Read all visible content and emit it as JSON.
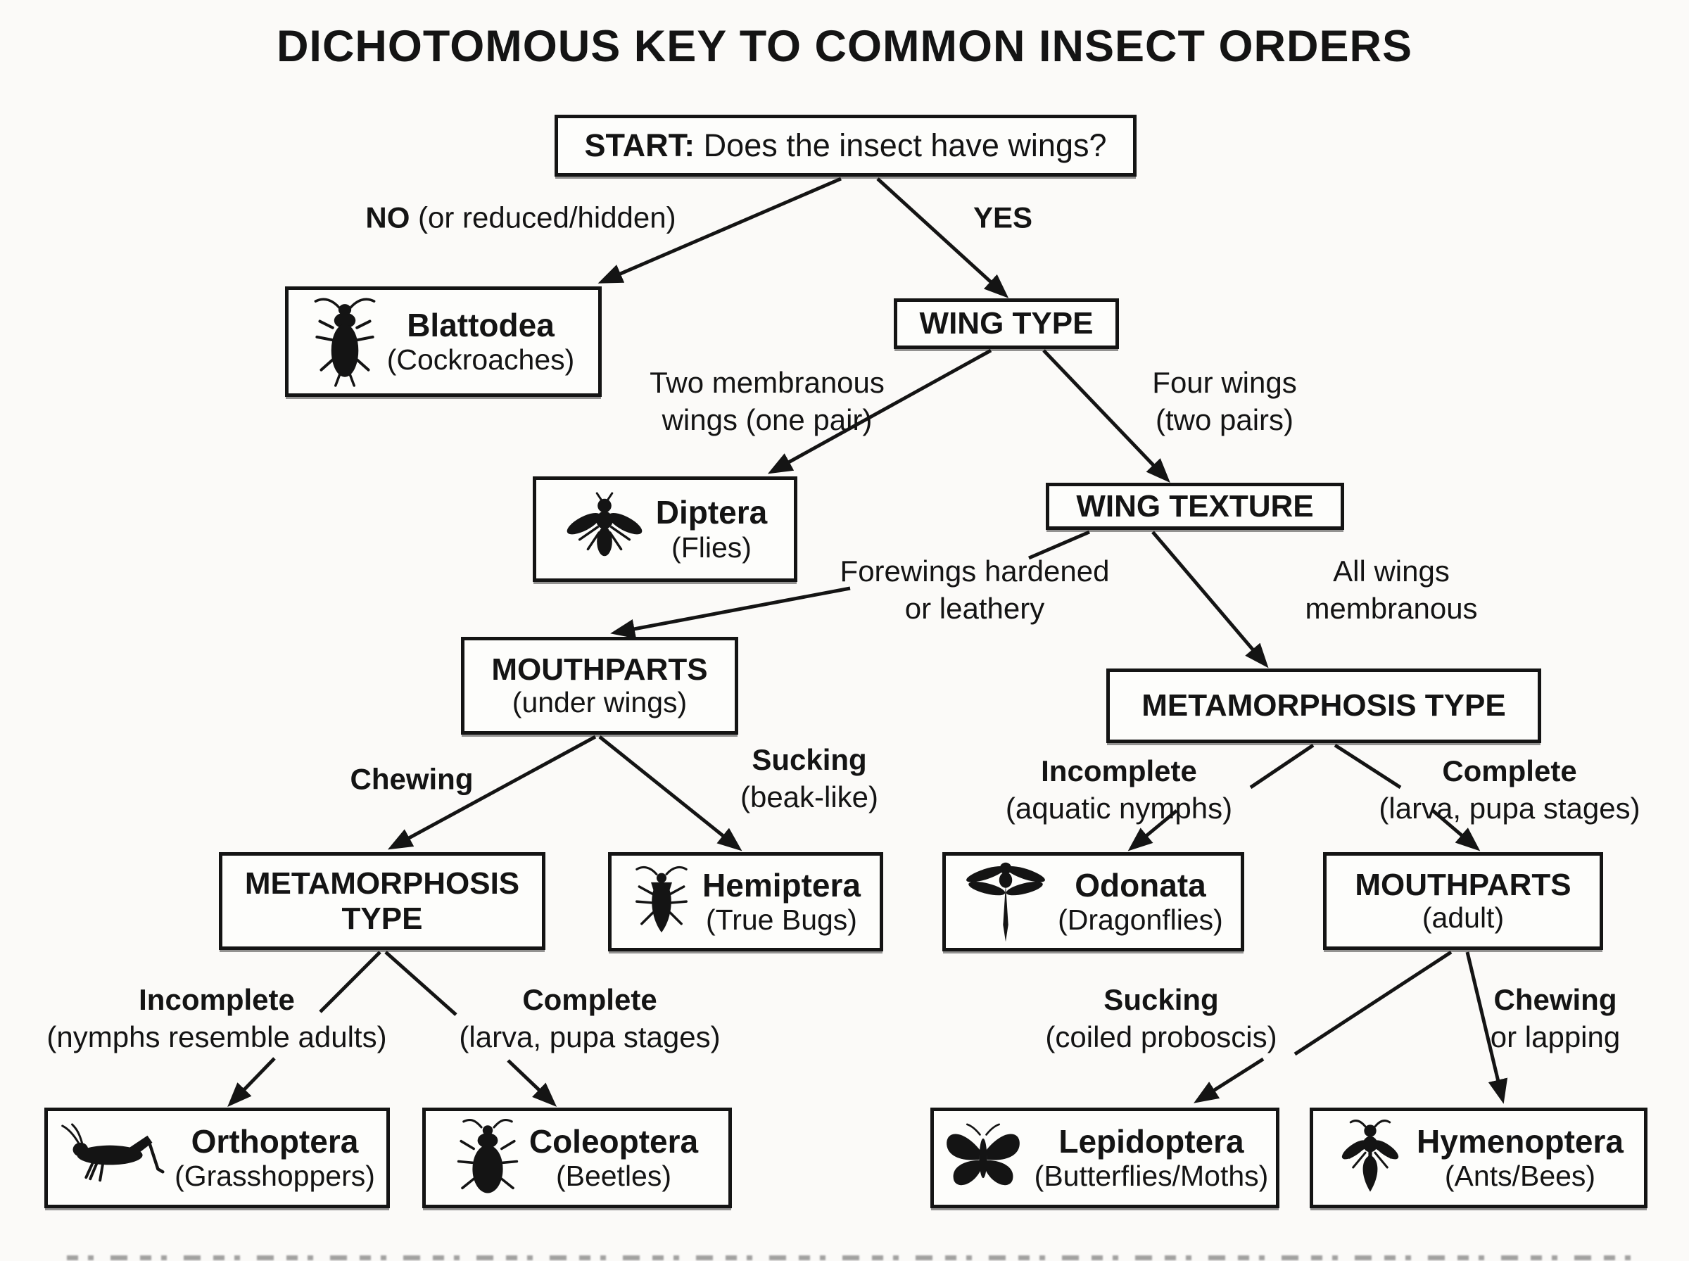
{
  "title": "DICHOTOMOUS KEY TO COMMON INSECT ORDERS",
  "start_node": {
    "prefix": "START:",
    "question": "Does the insect have wings?"
  },
  "decisions": {
    "wing_type": {
      "label": "WING TYPE"
    },
    "wing_texture": {
      "label": "WING TEXTURE"
    },
    "mouthparts_under": {
      "label": "MOUTHPARTS",
      "sublabel": "(under wings)"
    },
    "metamorphosis_right": {
      "label": "METAMORPHOSIS TYPE"
    },
    "metamorphosis_left": {
      "label": "METAMORPHOSIS",
      "sublabel": "TYPE"
    },
    "mouthparts_adult": {
      "label": "MOUTHPARTS",
      "sublabel": "(adult)"
    }
  },
  "edges": {
    "no": {
      "key": "NO",
      "detail": "(or reduced/hidden)"
    },
    "yes": {
      "key": "YES"
    },
    "two_membranous": {
      "line1": "Two membranous",
      "line2": "wings (one pair)"
    },
    "four_wings": {
      "line1": "Four wings",
      "line2": "(two pairs)"
    },
    "forewings_hardened": {
      "line1": "Forewings hardened",
      "line2": "or leathery"
    },
    "all_membranous": {
      "line1": "All wings",
      "line2": "membranous"
    },
    "chewing": {
      "key": "Chewing"
    },
    "sucking_beak": {
      "key": "Sucking",
      "detail": "(beak-like)"
    },
    "incomplete_aquatic": {
      "key": "Incomplete",
      "detail": "(aquatic nymphs)"
    },
    "complete_right": {
      "key": "Complete",
      "detail": "(larva, pupa stages)"
    },
    "incomplete_nymphs": {
      "key": "Incomplete",
      "detail": "(nymphs resemble adults)"
    },
    "complete_left": {
      "key": "Complete",
      "detail": "(larva, pupa stages)"
    },
    "sucking_coiled": {
      "key": "Sucking",
      "detail": "(coiled proboscis)"
    },
    "chewing_lapping": {
      "key": "Chewing",
      "detail": "or lapping"
    }
  },
  "taxa": {
    "blattodea": {
      "order": "Blattodea",
      "common": "(Cockroaches)",
      "icon": "cockroach-icon"
    },
    "diptera": {
      "order": "Diptera",
      "common": "(Flies)",
      "icon": "fly-icon"
    },
    "hemiptera": {
      "order": "Hemiptera",
      "common": "(True Bugs)",
      "icon": "true-bug-icon"
    },
    "odonata": {
      "order": "Odonata",
      "common": "(Dragonflies)",
      "icon": "dragonfly-icon"
    },
    "orthoptera": {
      "order": "Orthoptera",
      "common": "(Grasshoppers)",
      "icon": "grasshopper-icon"
    },
    "coleoptera": {
      "order": "Coleoptera",
      "common": "(Beetles)",
      "icon": "beetle-icon"
    },
    "lepidoptera": {
      "order": "Lepidoptera",
      "common": "(Butterflies/Moths)",
      "icon": "butterfly-icon"
    },
    "hymenoptera": {
      "order": "Hymenoptera",
      "common": "(Ants/Bees)",
      "icon": "wasp-icon"
    }
  },
  "colors": {
    "ink": "#141414",
    "paper": "#fbfaf8",
    "box_fill": "#fdfdfb"
  }
}
